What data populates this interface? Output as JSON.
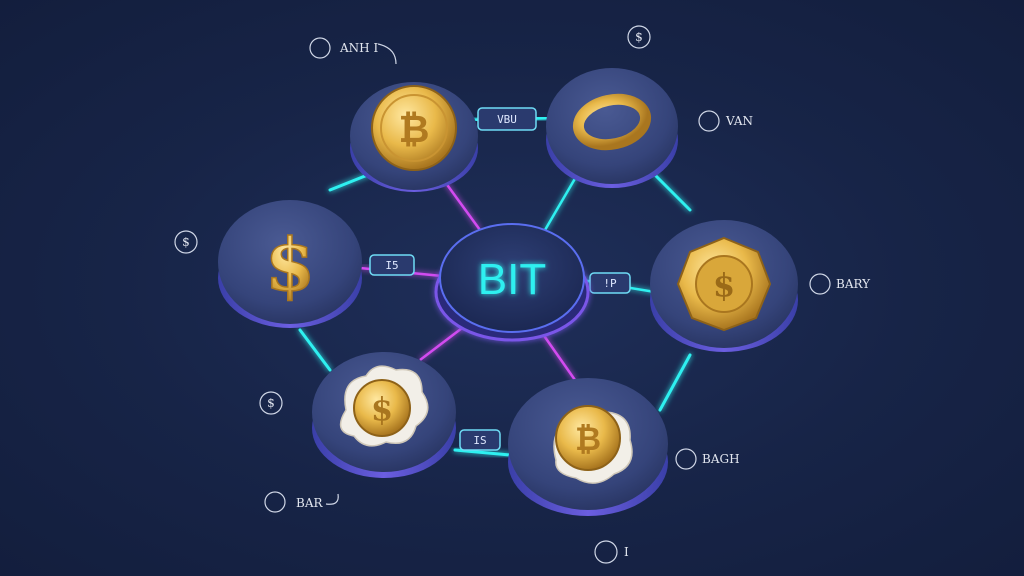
{
  "hub": {
    "label": "BIT",
    "color": "#2ff0f0"
  },
  "link_tags": [
    {
      "text": "VBU"
    },
    {
      "text": "IS"
    },
    {
      "text": "!P"
    },
    {
      "text": "I5"
    }
  ],
  "annotations": [
    {
      "text": "ANH I"
    },
    {
      "text": "VAN"
    },
    {
      "text": "BARY"
    },
    {
      "text": "BAGH"
    },
    {
      "text": "BAR"
    },
    {
      "text": "I"
    }
  ],
  "nodes": [
    {
      "icon": "bitcoin-coin-icon"
    },
    {
      "icon": "gold-ring-icon"
    },
    {
      "icon": "dollar-sign-icon"
    },
    {
      "icon": "gold-token-icon"
    },
    {
      "icon": "dollar-coin-icon"
    },
    {
      "icon": "bitcoin-coin-icon"
    }
  ],
  "colors": {
    "background": "#172447",
    "accent_cyan": "#2ff0f0",
    "accent_magenta": "#d24cf0",
    "gold": "#e9b94a"
  }
}
